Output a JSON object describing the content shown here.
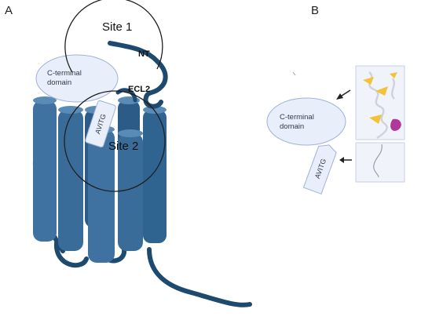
{
  "panels": {
    "a": "A",
    "b": "B"
  },
  "labels": {
    "site1": "Site 1",
    "site2": "Site 2",
    "nt": "NT",
    "ecl2": "ECL2"
  },
  "c_terminal_domain": {
    "line1": "C-terminal",
    "line2": "domain"
  },
  "avitg": "AVITG",
  "colors": {
    "helix_fill": "#3f72a0",
    "helix_dark": "#2b5b86",
    "helix_top": "#5a8bb6",
    "chain": "#1d4a6e",
    "domain_fill": "#e9effa",
    "domain_stroke": "#9fb2d6",
    "structure_helix_yellow": "#f2c23a",
    "structure_helix_magenta": "#b0389c"
  }
}
